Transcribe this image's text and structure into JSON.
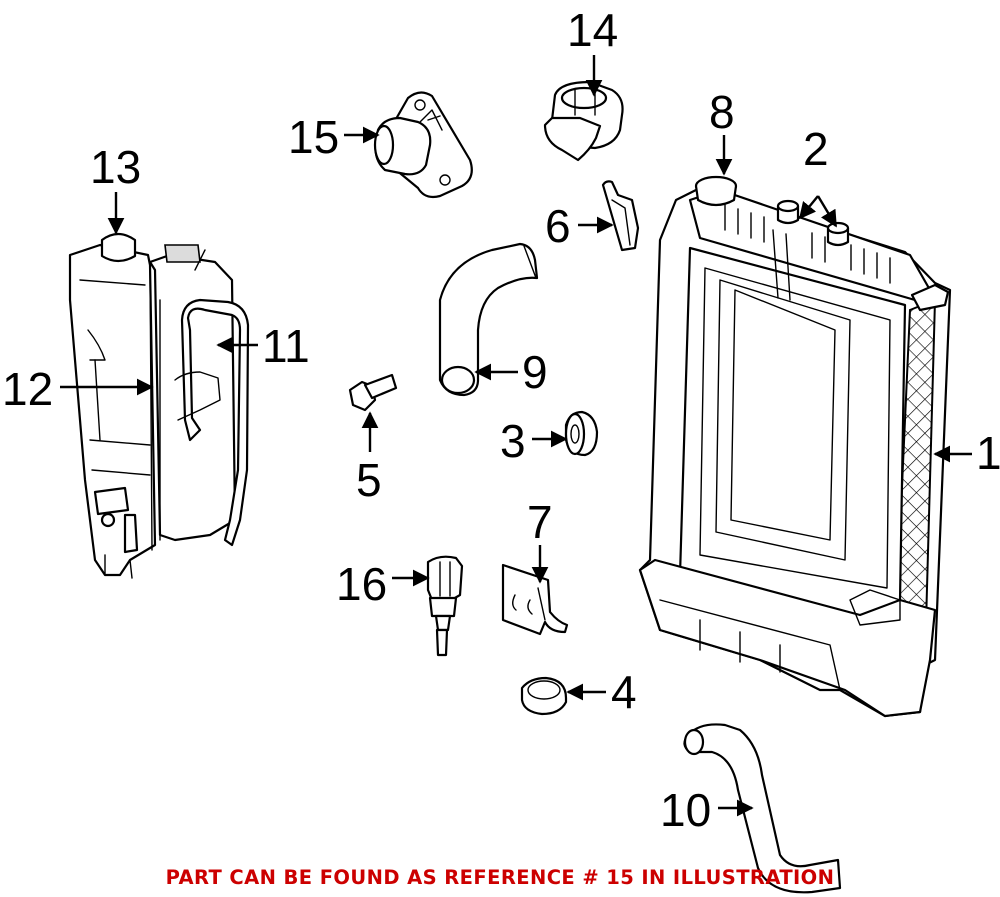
{
  "labels": {
    "l1": "1",
    "l2": "2",
    "l3": "3",
    "l4": "4",
    "l5": "5",
    "l6": "6",
    "l7": "7",
    "l8": "8",
    "l9": "9",
    "l10": "10",
    "l11": "11",
    "l12": "12",
    "l13": "13",
    "l14": "14",
    "l15": "15",
    "l16": "16"
  },
  "note": "PART CAN BE FOUND AS REFERENCE # 15 IN ILLUSTRATION",
  "colors": {
    "note": "#cc0000",
    "lines": "#000000",
    "background": "#ffffff"
  }
}
